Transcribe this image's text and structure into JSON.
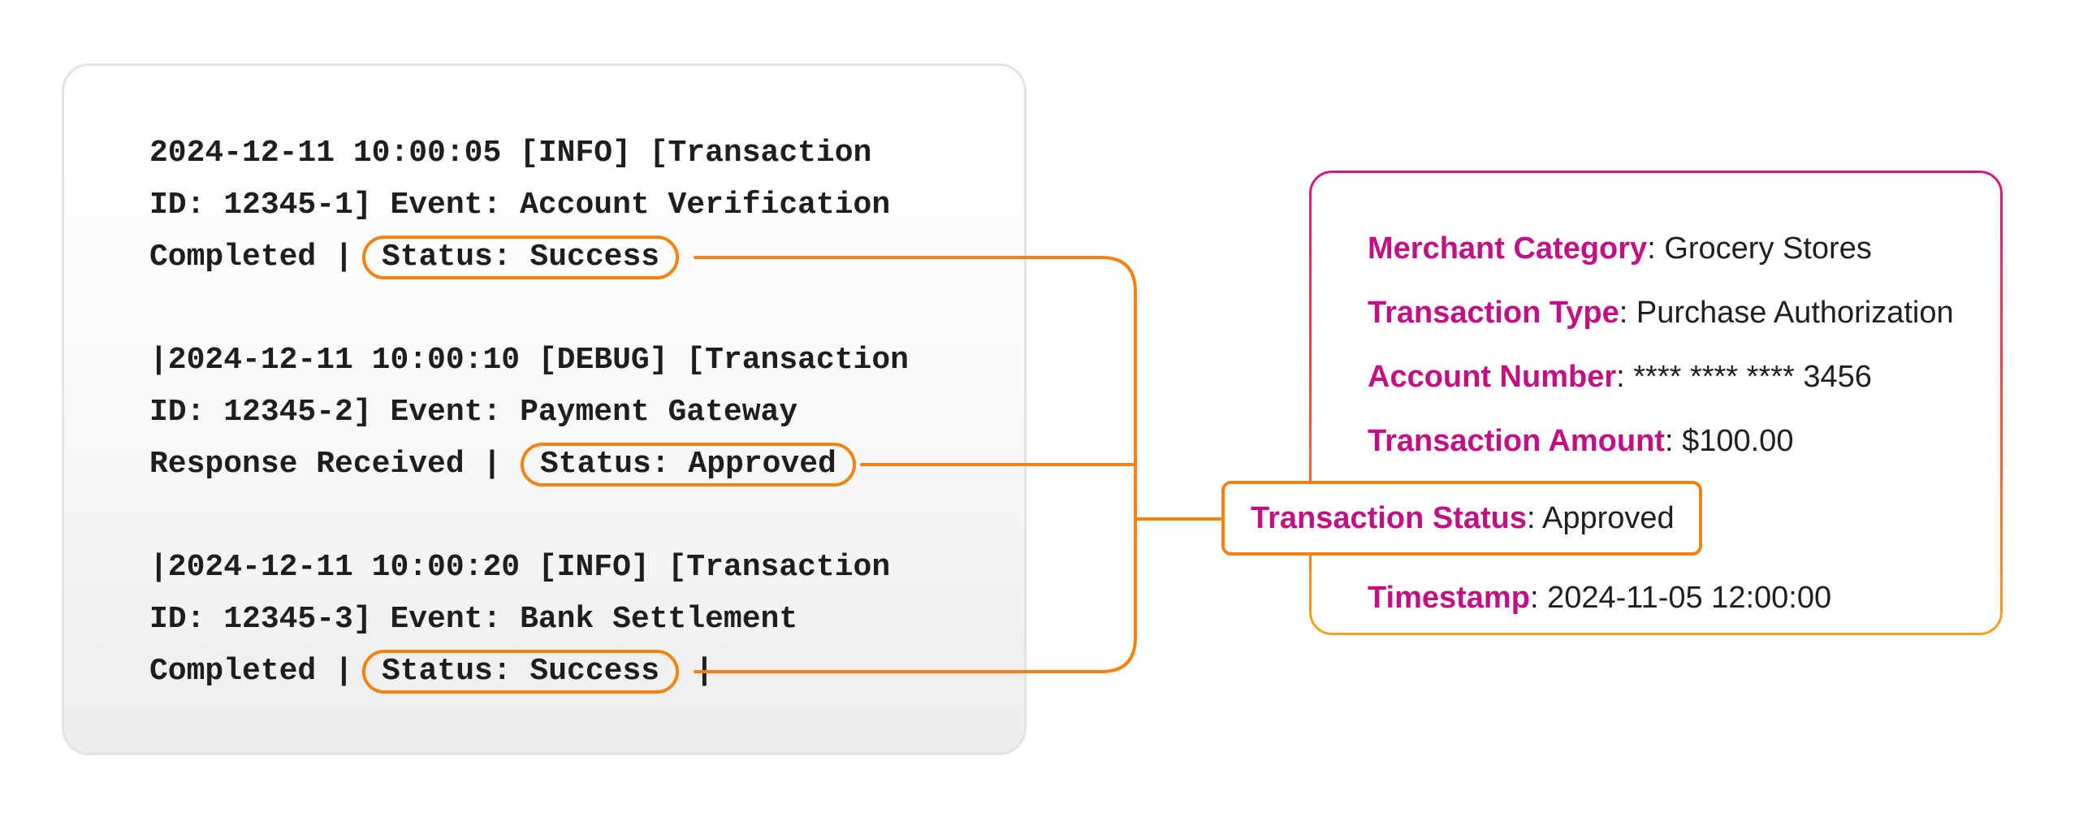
{
  "log": {
    "entries": [
      {
        "lines": [
          "2024-12-11 10:00:05 [INFO] [Transaction",
          "ID: 12345-1] Event: Account Verification",
          "Completed |"
        ],
        "status": "Status: Success",
        "trailing": ""
      },
      {
        "lines": [
          "|2024-12-11 10:00:10 [DEBUG] [Transaction",
          "ID: 12345-2] Event: Payment Gateway",
          "Response Received |"
        ],
        "status": "Status: Approved",
        "trailing": ""
      },
      {
        "lines": [
          "|2024-12-11 10:00:20 [INFO] [Transaction",
          "ID: 12345-3] Event: Bank Settlement",
          "Completed |"
        ],
        "status": "Status: Success",
        "trailing": "|"
      }
    ]
  },
  "details": {
    "fields": [
      {
        "key": "Merchant Category",
        "sep": ": ",
        "value": "Grocery Stores"
      },
      {
        "key": "Transaction Type",
        "sep": ": ",
        "value": "Purchase Authorization"
      },
      {
        "key": "Account Number",
        "sep": ": ",
        "value": "**** **** **** 3456"
      },
      {
        "key": "Transaction Amount",
        "sep": ": ",
        "value": "$100.00"
      }
    ],
    "highlight": {
      "key": "Transaction Status",
      "sep": ": ",
      "value": "Approved"
    },
    "last": {
      "key": "Timestamp",
      "sep": ": ",
      "value": "2024-11-05 12:00:00"
    }
  },
  "colors": {
    "connector": "#f5820f",
    "key_text": "#c20f84",
    "card_gradient": [
      "#d8167f",
      "#ee4740",
      "#f7a11c"
    ]
  }
}
